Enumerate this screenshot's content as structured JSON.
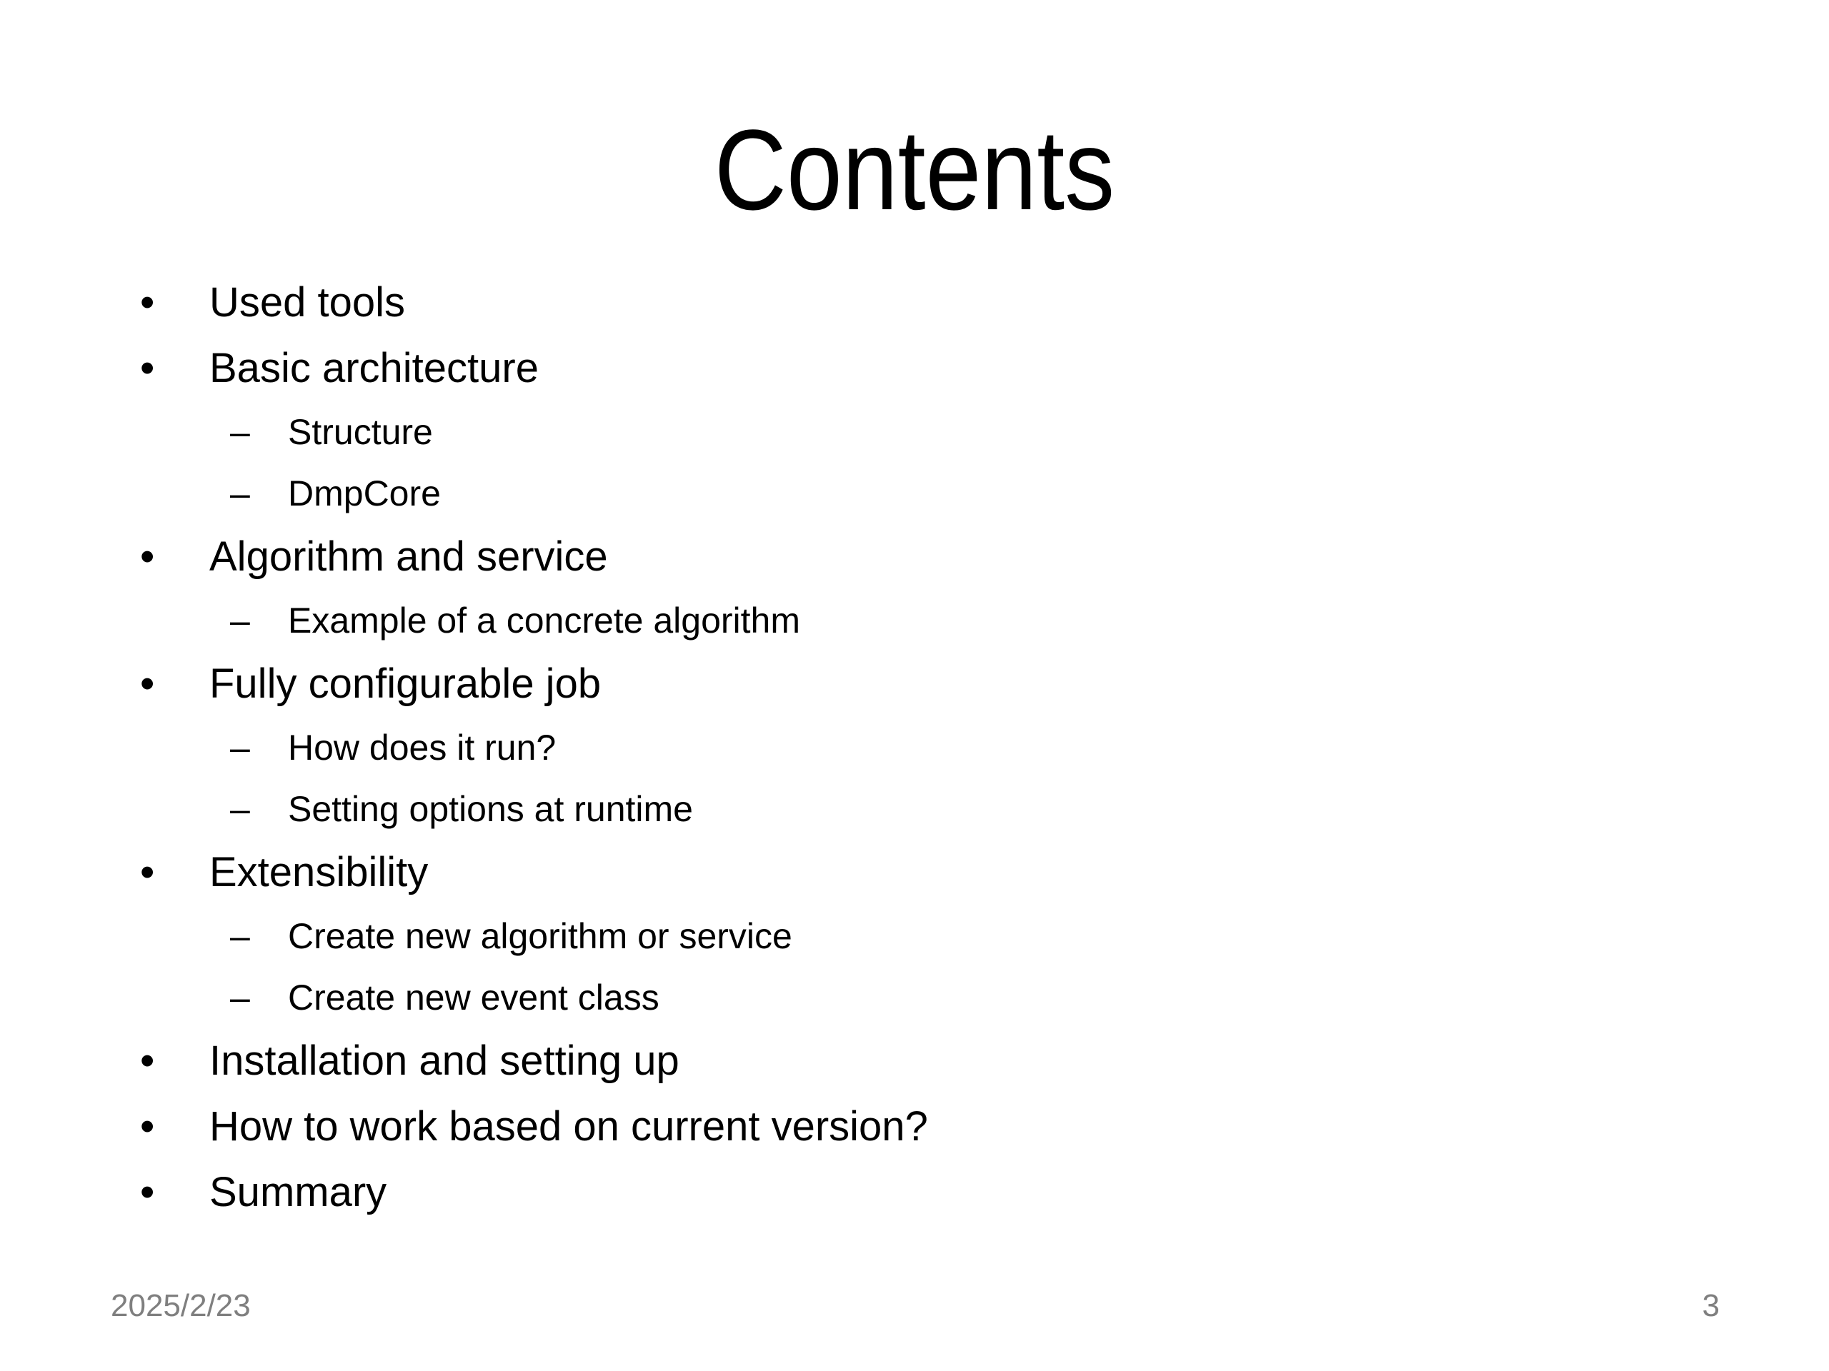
{
  "slide": {
    "title": "Contents",
    "markers": {
      "level1": "•",
      "level2": "–"
    },
    "items": [
      {
        "level": 1,
        "text": "Used tools"
      },
      {
        "level": 1,
        "text": "Basic architecture"
      },
      {
        "level": 2,
        "text": "Structure"
      },
      {
        "level": 2,
        "text": "DmpCore"
      },
      {
        "level": 1,
        "text": "Algorithm and service"
      },
      {
        "level": 2,
        "text": "Example of a concrete algorithm"
      },
      {
        "level": 1,
        "text": "Fully configurable job"
      },
      {
        "level": 2,
        "text": "How does it run?"
      },
      {
        "level": 2,
        "text": "Setting options at runtime"
      },
      {
        "level": 1,
        "text": "Extensibility"
      },
      {
        "level": 2,
        "text": "Create new algorithm or service"
      },
      {
        "level": 2,
        "text": "Create new event class"
      },
      {
        "level": 1,
        "text": "Installation and setting up"
      },
      {
        "level": 1,
        "text": "How to work based on current version?"
      },
      {
        "level": 1,
        "text": "Summary"
      }
    ],
    "footer": {
      "date": "2025/2/23",
      "page_number": "3"
    },
    "colors": {
      "background": "#ffffff",
      "text": "#000000",
      "footer_text": "#7f7f7f"
    }
  }
}
